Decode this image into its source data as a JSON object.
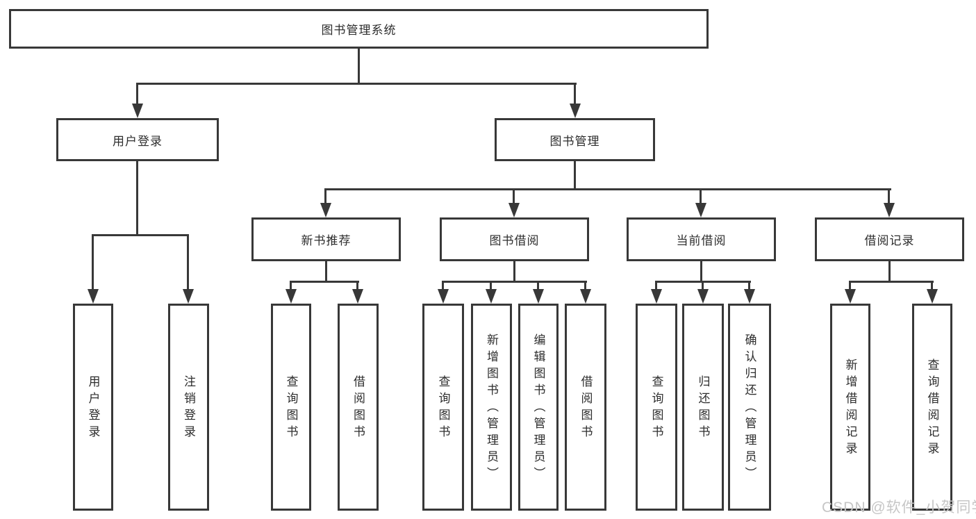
{
  "diagram": {
    "root": "图书管理系统",
    "level2": {
      "user_login": "用户登录",
      "book_mgmt": "图书管理"
    },
    "user_login_children": [
      "用户登录",
      "注销登录"
    ],
    "modules": [
      {
        "label": "新书推荐",
        "children": [
          "查询图书",
          "借阅图书"
        ]
      },
      {
        "label": "图书借阅",
        "children": [
          "查询图书",
          "新增图书（管理员）",
          "编辑图书（管理员）",
          "借阅图书"
        ]
      },
      {
        "label": "当前借阅",
        "children": [
          "查询图书",
          "归还图书",
          "确认归还（管理员）"
        ]
      },
      {
        "label": "借阅记录",
        "children": [
          "新增借阅记录",
          "查询借阅记录"
        ]
      }
    ],
    "colors": {
      "line": "#383838",
      "text": "#2d2d2d",
      "watermark": "#c6c6c6"
    }
  },
  "watermark": {
    "text": "CSDN @软件_小贺同学"
  }
}
